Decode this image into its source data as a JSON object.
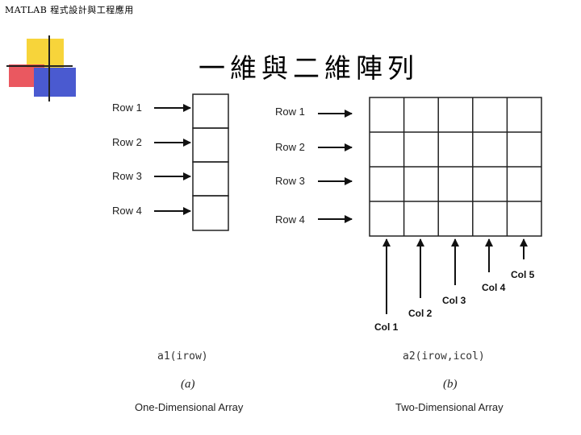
{
  "header": {
    "course_title": "MATLAB 程式設計與工程應用"
  },
  "slide": {
    "title": "一維與二維陣列"
  },
  "one_d": {
    "row_labels": [
      "Row 1",
      "Row 2",
      "Row 3",
      "Row 4"
    ],
    "code": "a1(irow)",
    "tag": "(a)",
    "caption": "One-Dimensional Array"
  },
  "two_d": {
    "row_labels": [
      "Row 1",
      "Row 2",
      "Row 3",
      "Row 4"
    ],
    "col_labels": [
      "Col 1",
      "Col 2",
      "Col 3",
      "Col 4",
      "Col 5"
    ],
    "code": "a2(irow,icol)",
    "tag": "(b)",
    "caption": "Two-Dimensional Array"
  },
  "colors": {
    "yellow": "#f7d43a",
    "red": "#e8464f",
    "blue": "#4a5ad0"
  }
}
